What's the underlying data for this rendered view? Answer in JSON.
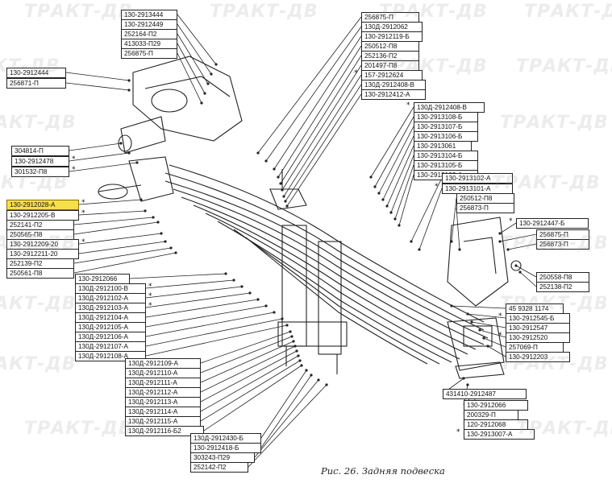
{
  "watermark": "ТРАКТ-ДВ",
  "caption": "Рис. 26. Задняя подвеска",
  "star": "*",
  "labels": [
    "130-2913444",
    "130-2912449",
    "252164-П2",
    "413033-П29",
    "256875-П",
    "130-2912444",
    "256871-П",
    "304814-П",
    "130-2912478",
    "301532-П8",
    "130-2912028-А",
    "130-2912205-В",
    "252141-П2",
    "250565-П8",
    "130-2912209-20",
    "130-2912211-20",
    "252139-П2",
    "250561-П8",
    "256875-П",
    "130Д-2912062",
    "130-2912119-Б",
    "250512-П8",
    "252136-П2",
    "201497-П8",
    "157-2912624",
    "130Д-2912408-В",
    "130-2912412-А",
    "130Д-2912408-В",
    "130-2913108-Б",
    "130-2913107-Б",
    "130-2913106-Б",
    "130-2913061",
    "130-2913104-Б",
    "130-2913105-Б",
    "130-2913103-А",
    "130-2913102-А",
    "130-2913101-А",
    "250512-П8",
    "256873-П",
    "130-2912447-Б",
    "256875-П",
    "256873-П",
    "250558-П8",
    "252138-П2",
    "130-2912066",
    "130Д-2912100-В",
    "130Д-2912102-А",
    "130Д-2912103-А",
    "130Д-2912104-А",
    "130Д-2912105-А",
    "130Д-2912106-А",
    "130Д-2912107-А",
    "130Д-2912108-А",
    "130Д-2912109-А",
    "130Д-2912110-А",
    "130Д-2912111-А",
    "130Д-2912112-А",
    "130Д-2912113-А",
    "130Д-2912114-А",
    "130Д-2912115-А",
    "130Д-2912116-Б2",
    "130Д-2912430-Б",
    "130-2912418-Б",
    "303243-П29",
    "252142-П2",
    "45 9328 1174",
    "130-2912545-Б",
    "130-2912547",
    "130-2912520",
    "257069-П",
    "130-2912203",
    "431410-2912487",
    "130-2912066",
    "200329-П",
    "120-2912068",
    "130-2913007-А"
  ]
}
